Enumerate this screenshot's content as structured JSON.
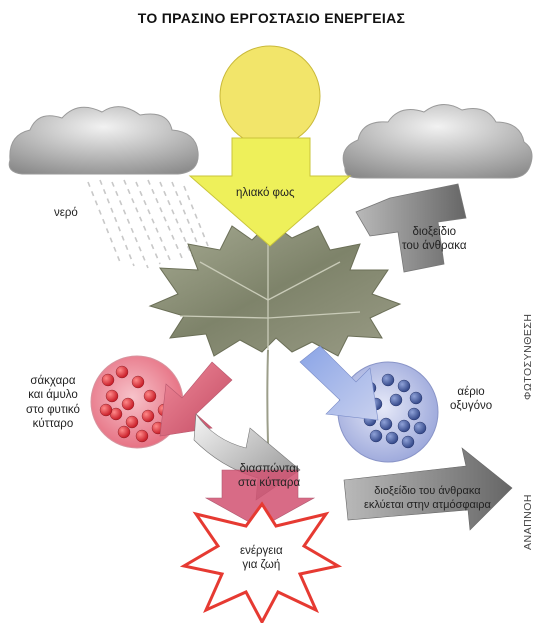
{
  "title": "ΤΟ ΠΡΑΣΙΝΟ ΕΡΓΟΣΤΑΣΙΟ ΕΝΕΡΓΕΙΑΣ",
  "labels": {
    "sunlight": "ηλιακό φως",
    "water": "νερό",
    "co2_in_line1": "διοξείδιο",
    "co2_in_line2": "του άνθρακα",
    "sugar_line1": "σάκχαρα",
    "sugar_line2": "και άμυλο",
    "sugar_line3": "στο φυτικό",
    "sugar_line4": "κύτταρο",
    "oxygen_line1": "αέριο",
    "oxygen_line2": "οξυγόνο",
    "split_line1": "διασπώνται",
    "split_line2": "στα κύτταρα",
    "co2_out_line1": "διοξείδιο του άνθρακα",
    "co2_out_line2": "εκλύεται στην ατμόσφαιρα",
    "energy_line1": "ενέργεια",
    "energy_line2": "για ζωή"
  },
  "side_labels": {
    "photosynthesis": "ΦΩΤΟΣΥΝΘΕΣΗ",
    "respiration": "ΑΝΑΠΝΟΗ"
  },
  "colors": {
    "sun": "#f2e56a",
    "sun_arrow": "#eef05a",
    "cloud": "#8a8a8a",
    "leaf": "#8d9279",
    "sugar_cell": "#e87a8a",
    "sugar_dots": "#d8202c",
    "oxygen_cell": "#a9b2dd",
    "oxygen_dots": "#3f5498",
    "energy_burst": "#e63a32"
  }
}
